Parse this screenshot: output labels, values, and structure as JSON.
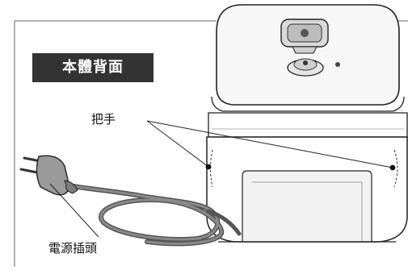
{
  "figure": {
    "title_label": "本體背面",
    "callouts": {
      "handle": "把手",
      "power_plug": "電源插頭"
    }
  },
  "colors": {
    "title_bg": "#333333",
    "title_text": "#ffffff",
    "outline": "#222222",
    "cord": "#777777",
    "body_shade": "#f2f2f2"
  }
}
